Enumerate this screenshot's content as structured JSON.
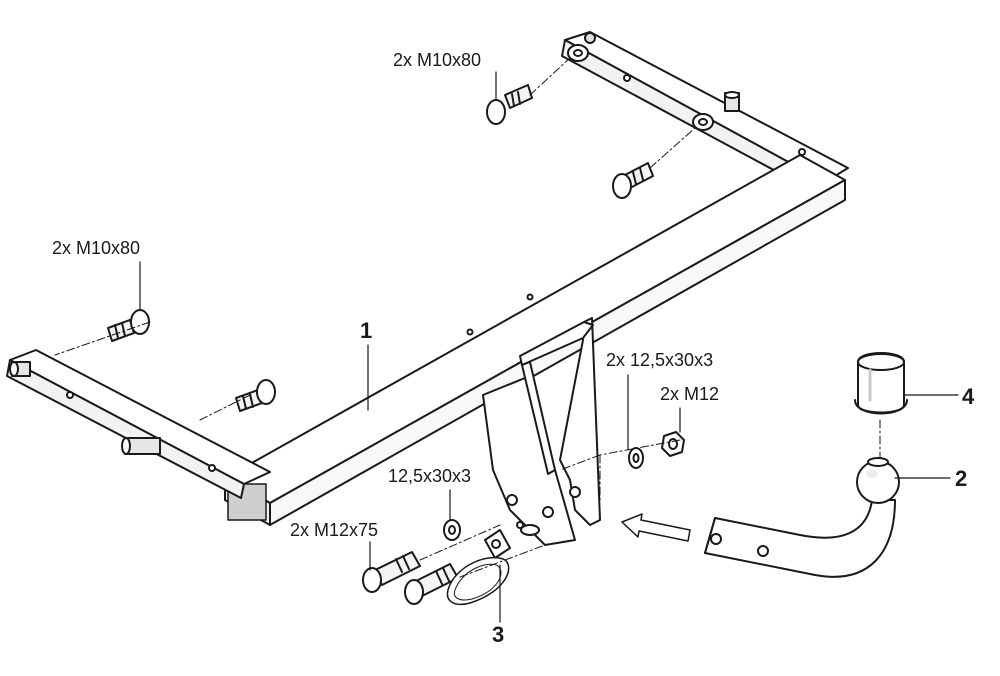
{
  "labels": {
    "bolts_top": "2x M10x80",
    "bolts_left": "2x M10x80",
    "washers_pair": "2x 12,5x30x3",
    "nuts": "2x M12",
    "washer_single": "12,5x30x3",
    "bolts_bottom": "2x M12x75"
  },
  "parts": {
    "crossbar": "1",
    "ball": "2",
    "plate": "3",
    "cap": "4"
  }
}
